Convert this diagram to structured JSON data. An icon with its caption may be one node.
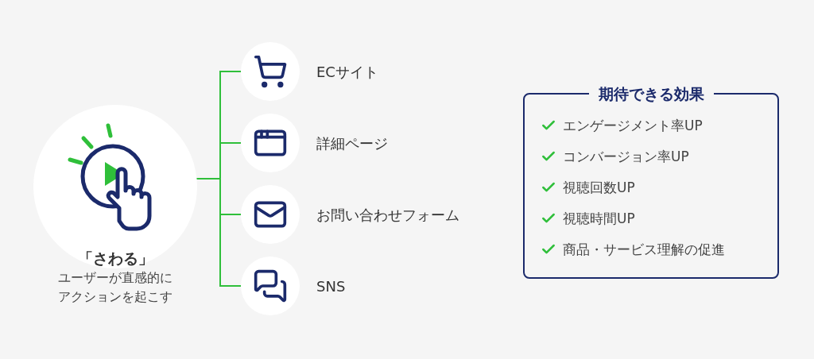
{
  "diagram": {
    "nodes": [
      {
        "text": [
          "「さわる」",
          "ユーザーが直感的にアクションを起こす"
        ]
      },
      {
        "text": [
          "ECサイト"
        ]
      },
      {
        "text": [
          "詳細ページ"
        ]
      },
      {
        "text": [
          "お問い合わせフォーム"
        ]
      },
      {
        "text": [
          "SNS"
        ]
      },
      {
        "text": [
          "期待できる効果",
          "エンゲージメント率UP",
          "コンバージョン率UP",
          "視聴回数UP",
          "視聴時間UP",
          "商品・サービス理解の促進"
        ]
      }
    ],
    "edges": [
      {
        "from": 0,
        "to": 1,
        "arrow": "none"
      },
      {
        "from": 0,
        "to": 2,
        "arrow": "none"
      },
      {
        "from": 0,
        "to": 3,
        "arrow": "none"
      },
      {
        "from": 0,
        "to": 4,
        "arrow": "none"
      }
    ]
  }
}
